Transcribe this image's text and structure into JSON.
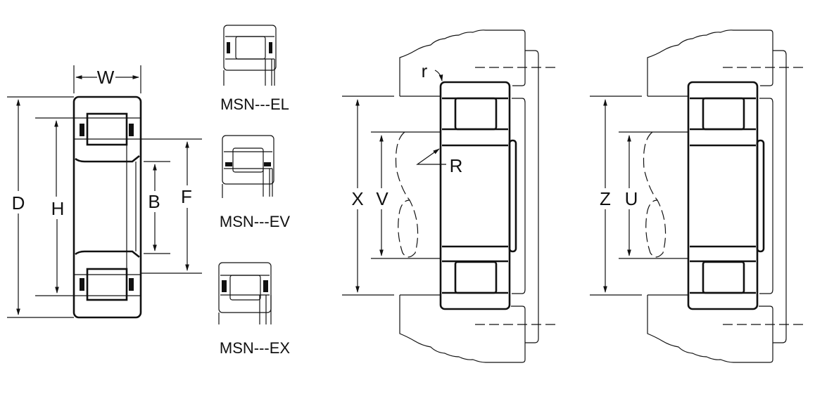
{
  "diagram": {
    "dimension_labels": {
      "W": "W",
      "D": "D",
      "H": "H",
      "B": "B",
      "F": "F",
      "X": "X",
      "V": "V",
      "Z": "Z",
      "U": "U",
      "r": "r",
      "R": "R"
    },
    "variants": [
      {
        "label": "MSN---EL"
      },
      {
        "label": "MSN---EV"
      },
      {
        "label": "MSN---EX"
      }
    ]
  }
}
